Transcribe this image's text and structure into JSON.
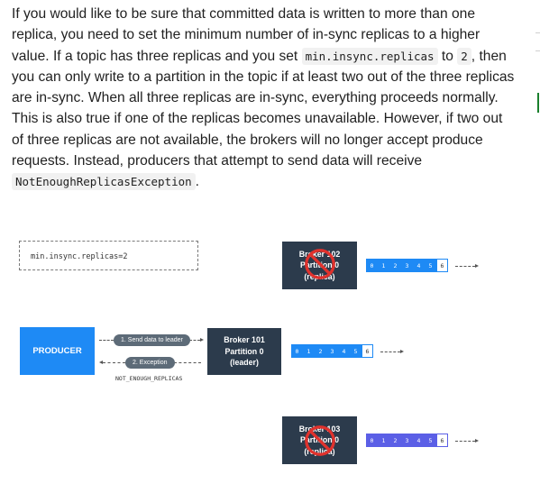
{
  "paragraph": {
    "t1": "If you would like to be sure that committed data is written to more than one replica, you need to set the minimum number of in-sync replicas to a higher value. If a topic has three replicas and you set ",
    "code1": "min.insync.replicas",
    "t2": " to ",
    "code2": "2",
    "t3": ", then you can only write to a partition in the topic if at least two out of the three replicas are in-sync. When all three replicas are in-sync, everything proceeds normally. This is also true if one of the replicas becomes unavailable. However, if two out of three replicas are not available, the brokers will no longer accept produce requests. Instead, producers that attempt to send data will receive ",
    "code3": "NotEnoughReplicasException",
    "t4": "."
  },
  "diagram": {
    "config": "min.insync.replicas=2",
    "producer": "PRODUCER",
    "send_label": "1. Send data to leader",
    "exception_label": "2. Exception",
    "error_code": "NOT_ENOUGH_REPLICAS",
    "broker101": {
      "line1": "Broker 101",
      "line2": "Partition 0",
      "line3": "(leader)"
    },
    "broker102": {
      "line1": "Broker 102",
      "line2": "Partition 0",
      "line3": "(replica)"
    },
    "broker103": {
      "line1": "Broker 103",
      "line2": "Partition 0",
      "line3": "(replica)"
    },
    "log_offsets": [
      "0",
      "1",
      "2",
      "3",
      "4",
      "5",
      "6"
    ]
  },
  "colors": {
    "producer": "#1e8af5",
    "broker": "#2c3b4c",
    "log_leader": "#1e8af5",
    "log_replica_103": "#5b5fe6",
    "unavailable_mark": "#e0322d"
  },
  "icons": [
    "unavailable-icon"
  ]
}
